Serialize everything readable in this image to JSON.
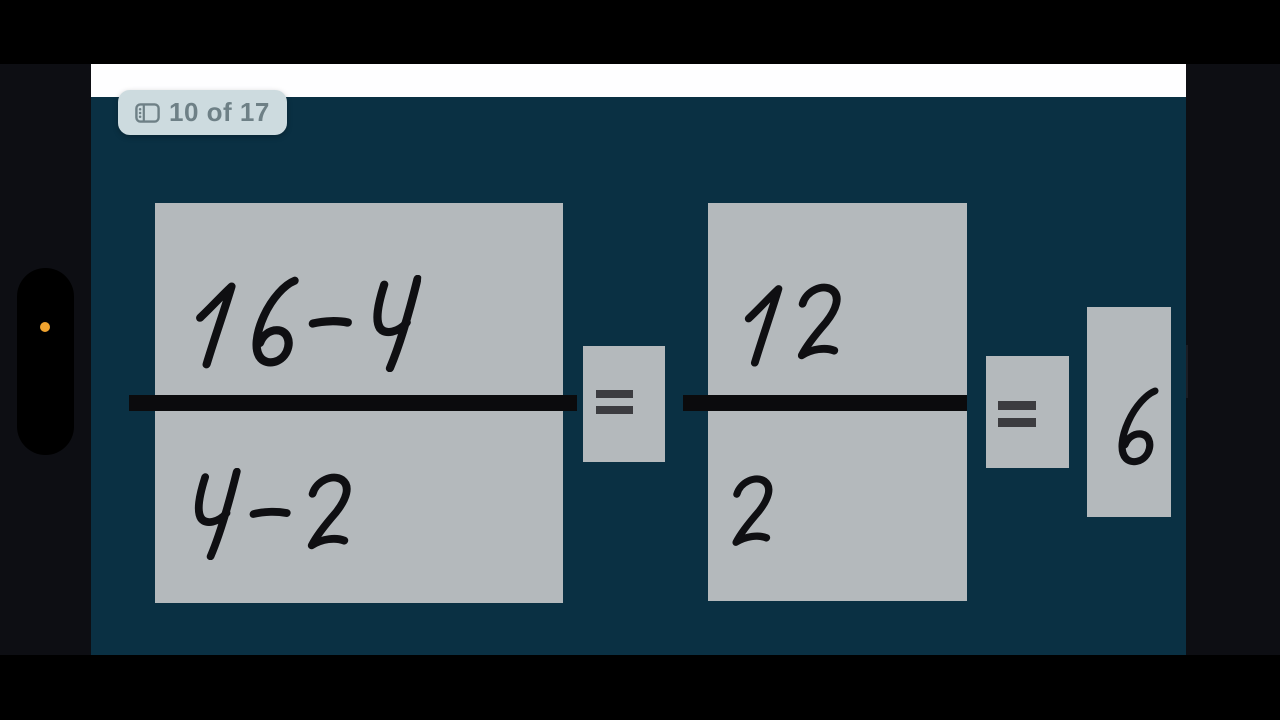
{
  "badge": {
    "label": "10 of 17",
    "icon": "slides-panel"
  },
  "equation": {
    "numerator_left": "16-4",
    "denominator_left": "4-2",
    "equals_label": "=",
    "numerator_right": "12",
    "denominator_right": "2",
    "result": "6"
  },
  "colors": {
    "canvas_teal": "#0a3043",
    "card_gray": "#b4b9bc",
    "ink_black": "#0f0f12",
    "equals_gray": "#3c3c40",
    "badge_bg": "#cddbdf",
    "badge_text": "#6e8086",
    "toolbar_white": "#fefeff",
    "bezel_dark": "#0d0e13",
    "camera_dot_orange": "#f0a32f"
  }
}
